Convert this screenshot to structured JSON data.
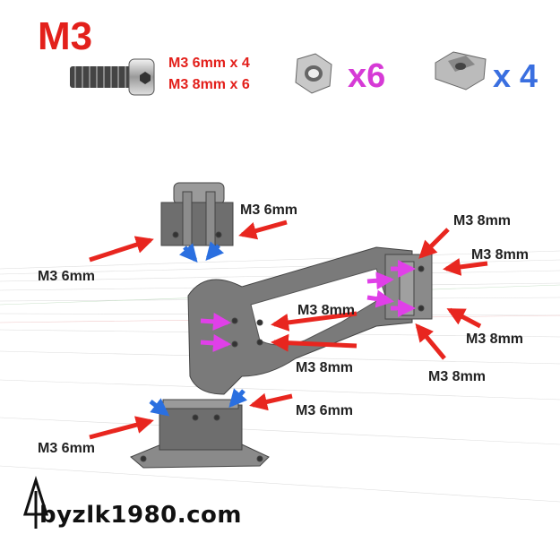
{
  "header": {
    "title": "M3",
    "bolt_specs": [
      "M3 6mm x 4",
      "M3 8mm x 6"
    ],
    "nut_qty": "x6",
    "tslot_nut_qty": "x 4"
  },
  "colors": {
    "title_red": "#e3201b",
    "arrow_red": "#e8261f",
    "arrow_magenta": "#e040e8",
    "arrow_blue": "#2a6fe0",
    "nut_qty_magenta": "#d63ad6",
    "tslot_qty_blue": "#3a6fe0",
    "part_gray": "#8a8a8a"
  },
  "callouts": [
    {
      "id": "top-bracket-right",
      "label": "M3 6mm"
    },
    {
      "id": "top-bracket-left",
      "label": "M3 6mm"
    },
    {
      "id": "hinge-top",
      "label": "M3 8mm"
    },
    {
      "id": "hinge-right-upper",
      "label": "M3 8mm"
    },
    {
      "id": "hinge-right-lower",
      "label": "M3 8mm"
    },
    {
      "id": "hinge-bottom",
      "label": "M3 8mm"
    },
    {
      "id": "arm-center-upper",
      "label": "M3 8mm"
    },
    {
      "id": "arm-center-lower",
      "label": "M3 8mm"
    },
    {
      "id": "base-right",
      "label": "M3 6mm"
    },
    {
      "id": "base-left",
      "label": "M3 6mm"
    }
  ],
  "footer": {
    "brand": "byzlk1980.com"
  }
}
